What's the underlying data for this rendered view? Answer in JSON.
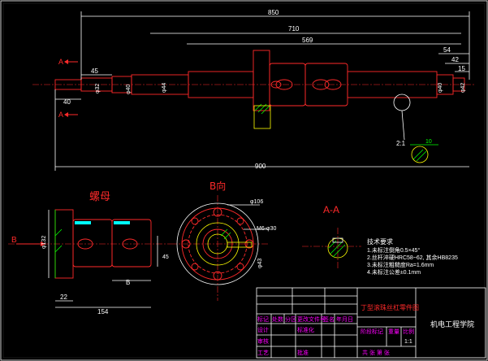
{
  "dimensions": {
    "overall_top": "850",
    "d710": "710",
    "d569": "569",
    "d54": "54",
    "d42": "42",
    "d15": "15",
    "d45": "45",
    "d40": "40",
    "d900": "900",
    "dia1": "φ32",
    "dia2": "φ40",
    "dia3": "φ44",
    "dia4": "φ40",
    "dia5": "φ42",
    "nut_dia": "φ132",
    "nut_len": "154",
    "nut_22": "22",
    "nut_b": "B",
    "nut_45": "45",
    "view_b_106": "φ106",
    "view_b_m6": "M6-φ30",
    "view_b_43": "φ43",
    "scale": "2:1",
    "scale_10": "10"
  },
  "labels": {
    "section_a_top": "A",
    "section_a_bottom": "A",
    "nut_title": "螺母",
    "view_b_title": "B向",
    "section_aa_title": "A-A",
    "arrow_b": "B"
  },
  "tech_req": {
    "title": "技术要求",
    "lines": [
      "1.未标注倒角0.5×45°",
      "2.丝杆淬硬HRC58~62, 其余HB8235",
      "3.未标注粗糙度Ra=1.6mm",
      "4.未标注公差±0.1mm"
    ]
  },
  "title_block": {
    "drawing_name": "丁型滚珠丝杠零件图",
    "school": "机电工程学院",
    "cells_magenta": [
      "标记",
      "处数",
      "分区",
      "更改文件号",
      "签名",
      "年月日",
      "设计",
      "标准化",
      "阶段标记",
      "重量",
      "比例",
      "审核",
      "工艺",
      "批准"
    ],
    "scale_value": "1:1",
    "sheet_text": "共  张  第  张"
  },
  "colors": {
    "background": "#000000",
    "red": "#ff2a2a",
    "white": "#ffffff",
    "yellow": "#ffff00",
    "green": "#00ff00",
    "magenta": "#ff00ff",
    "cyan": "#00ffff"
  }
}
